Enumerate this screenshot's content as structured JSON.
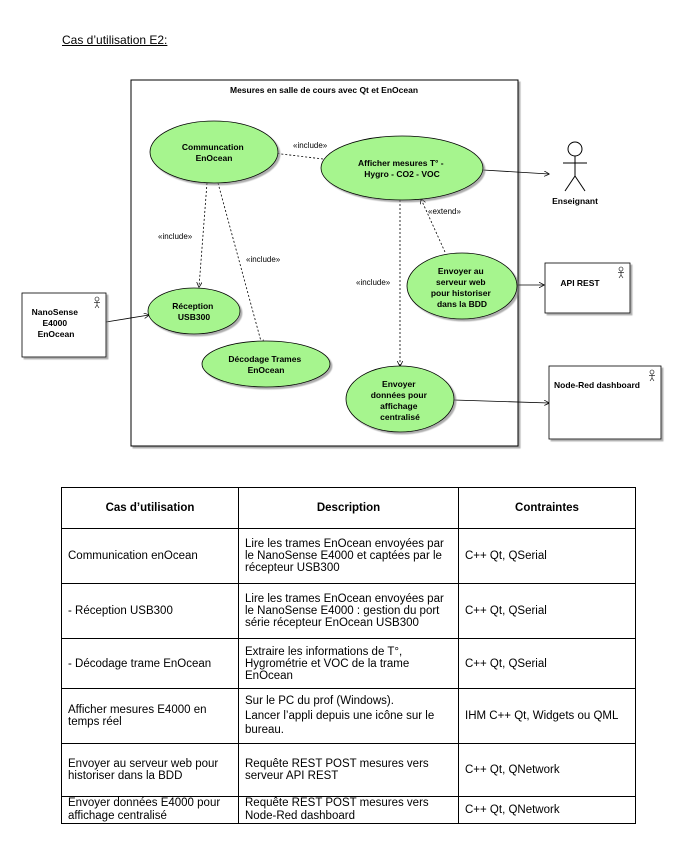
{
  "title": "Cas d’utilisation E2:",
  "diagram": {
    "system_title": "Mesures en salle de cours avec Qt et EnOcean",
    "use_cases": {
      "communication": [
        "Communcation",
        "EnOcean"
      ],
      "afficher": [
        "Afficher mesures T° -",
        "Hygro - CO2 - VOC"
      ],
      "reception": [
        "Réception",
        "USB300"
      ],
      "decodage": [
        "Décodage Trames",
        "EnOcean"
      ],
      "historiser": [
        "Envoyer au",
        "serveur web",
        "pour historiser",
        "dans la BDD"
      ],
      "envoyer": [
        "Envoyer",
        "données pour",
        "affichage",
        "centralisé"
      ]
    },
    "actors": {
      "nanosense": [
        "NanoSense",
        "E4000",
        "EnOcean"
      ],
      "enseignant": "Enseignant",
      "api_rest": "API REST",
      "node_red": "Node-Red dashboard"
    },
    "labels": {
      "include": "«include»",
      "extend": "«extend»"
    },
    "colors": {
      "use_case_fill": "#a6f58e",
      "stroke": "#000000"
    }
  },
  "table": {
    "headers": [
      "Cas d’utilisation",
      "Description",
      "Contraintes"
    ],
    "rows": [
      {
        "case": "Communication enOcean",
        "description": "Lire les trames EnOcean envoyées par le NanoSense E4000 et captées par le récepteur USB300",
        "constraints": "C++ Qt, QSerial"
      },
      {
        "case": "- Réception USB300",
        "description": "Lire les trames EnOcean envoyées par le NanoSense E4000 : gestion du port série récepteur EnOcean USB300",
        "constraints": "C++ Qt, QSerial"
      },
      {
        "case": "- Décodage trame EnOcean",
        "description": "Extraire les informations de T°, Hygrométrie et VOC de la trame EnOcean",
        "constraints": "C++ Qt, QSerial"
      },
      {
        "case": "Afficher mesures E4000 en temps réel",
        "description": "Sur le PC du prof (Windows).\nLancer l’appli depuis une icône sur le bureau.",
        "constraints": "IHM C++ Qt, Widgets ou QML"
      },
      {
        "case": "Envoyer au serveur web pour historiser dans la BDD",
        "description": "Requête REST POST mesures vers serveur API REST",
        "constraints": "C++ Qt, QNetwork"
      },
      {
        "case": "Envoyer données E4000 pour affichage centralisé",
        "description": "Requête REST POST mesures vers Node-Red dashboard",
        "constraints": "C++ Qt, QNetwork"
      }
    ]
  }
}
